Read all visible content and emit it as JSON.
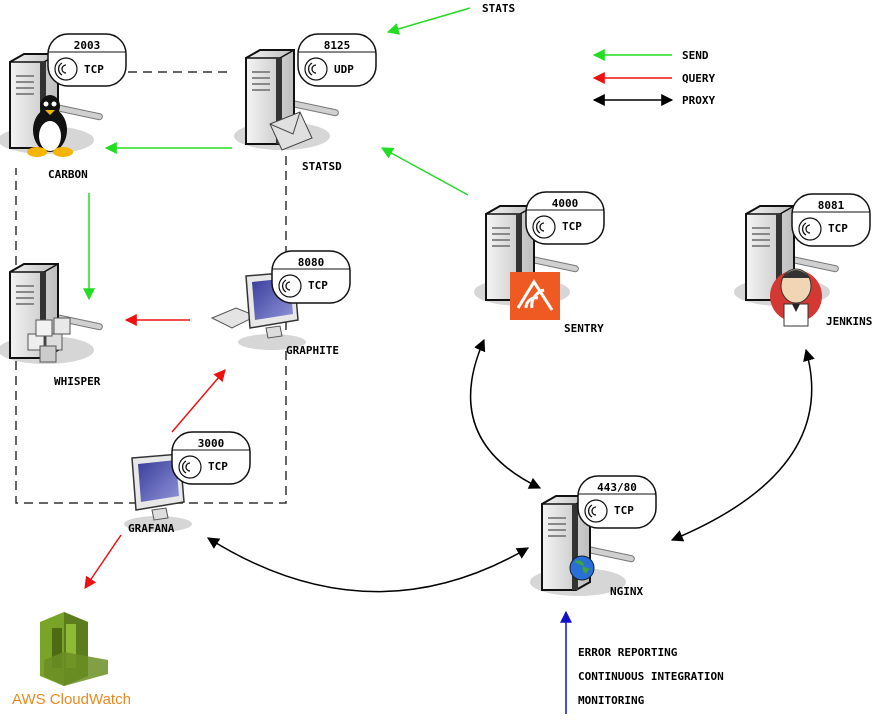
{
  "legend": {
    "send": "SEND",
    "query": "QUERY",
    "proxy": "PROXY"
  },
  "stats_label": "STATS",
  "nodes": {
    "carbon": {
      "name": "CARBON",
      "port": "2003",
      "proto": "TCP"
    },
    "statsd": {
      "name": "STATSD",
      "port": "8125",
      "proto": "UDP"
    },
    "whisper": {
      "name": "WHISPER"
    },
    "graphite": {
      "name": "GRAPHITE",
      "port": "8080",
      "proto": "TCP"
    },
    "grafana": {
      "name": "GRAFANA",
      "port": "3000",
      "proto": "TCP"
    },
    "sentry": {
      "name": "SENTRY",
      "port": "4000",
      "proto": "TCP"
    },
    "jenkins": {
      "name": "JENKINS",
      "port": "8081",
      "proto": "TCP"
    },
    "nginx": {
      "name": "NGINX",
      "port": "443/80",
      "proto": "TCP"
    }
  },
  "cloudwatch_label": "AWS CloudWatch",
  "incoming": [
    "ERROR REPORTING",
    "CONTINUOUS INTEGRATION",
    "MONITORING"
  ],
  "colors": {
    "send": "#22dd22",
    "query": "#ee1111",
    "proxy": "#000000",
    "incoming": "#1111cc",
    "sentry": "#ee5a22",
    "cloudwatch": "#6b8e23"
  }
}
